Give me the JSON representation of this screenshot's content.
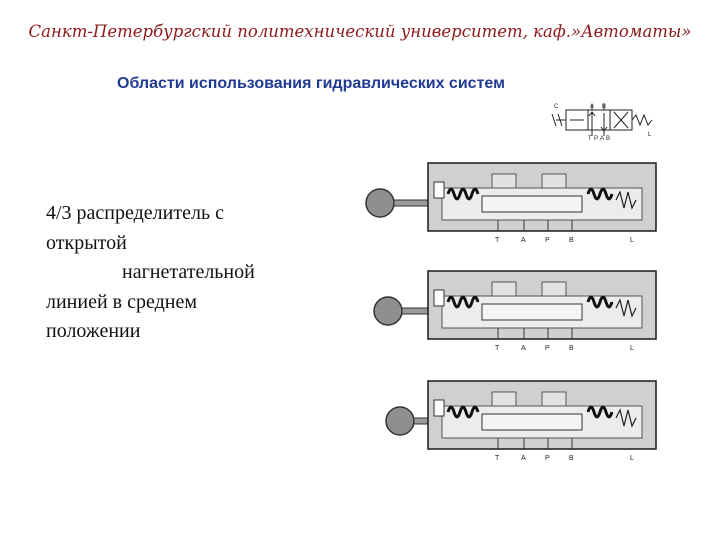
{
  "header": {
    "title": "Санкт-Петербургский политехнический университет, каф.»Автоматы»"
  },
  "slide": {
    "subtitle": "Области использования гидравлических систем",
    "body_lines": [
      "4/3 распределитель с",
      "открытой",
      "нагнетательной",
      "линией в среднем",
      "положении"
    ]
  },
  "symbol": {
    "labels": [
      "C",
      "A",
      "B",
      "T",
      "P",
      "A",
      "B",
      "L"
    ]
  },
  "valves": [
    {
      "ports": [
        "T",
        "A",
        "P",
        "B",
        "L"
      ]
    },
    {
      "ports": [
        "T",
        "A",
        "P",
        "B",
        "L"
      ]
    },
    {
      "ports": [
        "T",
        "A",
        "P",
        "B",
        "L"
      ]
    }
  ],
  "colors": {
    "header_text": "#8b1a1a",
    "subtitle_text": "#1f3a93",
    "valve_body": "#c9c9c9",
    "valve_outline": "#1a1a1a"
  },
  "icons": [
    "valve-symbol-icon",
    "lever-knob-icon",
    "spring-icon"
  ]
}
